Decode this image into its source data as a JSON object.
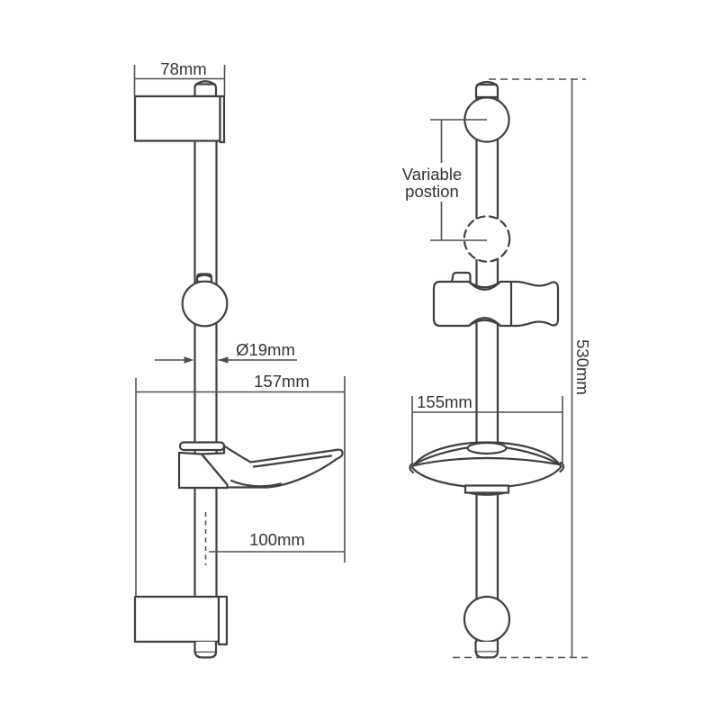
{
  "colors": {
    "part_line": "#3f3f3f",
    "dimension_line": "#4f4f4f",
    "text": "#333333",
    "background": "#ffffff"
  },
  "labels": {
    "bracket_width": "78mm",
    "bar_diameter": "Ø19mm",
    "overall_depth": "157mm",
    "dish_projection": "100mm",
    "variable_position_line1": "Variable",
    "variable_position_line2": "postion",
    "dish_width": "155mm",
    "overall_height": "530mm"
  }
}
